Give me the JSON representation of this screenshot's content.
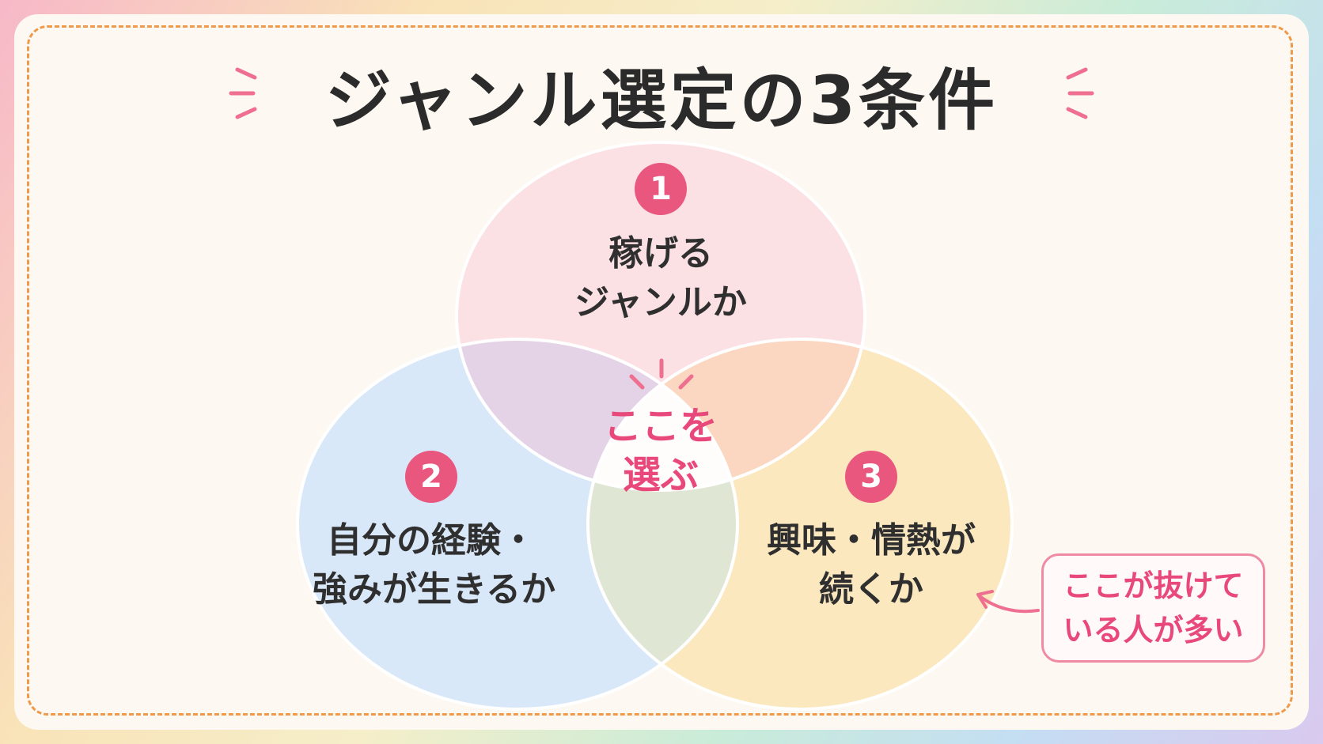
{
  "title": "ジャンル選定の3条件",
  "circles": [
    {
      "number": "1",
      "line1": "稼げる",
      "line2": "ジャンルか",
      "color": "#fbe0e4"
    },
    {
      "number": "2",
      "line1": "自分の経験・",
      "line2": "強みが生きるか",
      "color": "#d9e8f8"
    },
    {
      "number": "3",
      "line1": "興味・情熱が",
      "line2": "続くか",
      "color": "#fbe8bf"
    }
  ],
  "center": {
    "line1": "ここを",
    "line2": "選ぶ"
  },
  "callout": {
    "line1": "ここが抜けて",
    "line2": "いる人が多い"
  },
  "colors": {
    "accent": "#e8497a",
    "border": "#ef9a4a"
  }
}
